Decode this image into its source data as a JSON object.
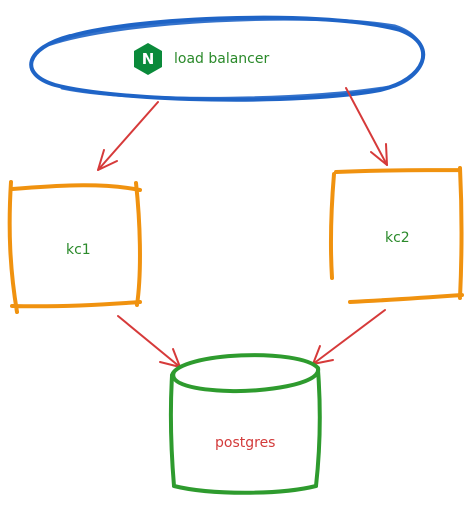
{
  "diagram": {
    "load_balancer": {
      "label": "load balancer",
      "icon": "nginx-logo",
      "icon_letter": "N",
      "stroke_color": "#1f64c6",
      "text_color": "#2b8a2b",
      "icon_color": "#0a8a3a"
    },
    "nodes": [
      {
        "id": "kc1",
        "label": "kc1",
        "stroke_color": "#f0920f",
        "text_color": "#2b8a2b"
      },
      {
        "id": "kc2",
        "label": "kc2",
        "stroke_color": "#f0920f",
        "text_color": "#2b8a2b"
      }
    ],
    "database": {
      "label": "postgres",
      "stroke_color": "#2e9b2e",
      "text_color": "#d33b3b"
    },
    "edges": [
      {
        "from": "load_balancer",
        "to": "kc1"
      },
      {
        "from": "load_balancer",
        "to": "kc2"
      },
      {
        "from": "kc1",
        "to": "database"
      },
      {
        "from": "kc2",
        "to": "database"
      }
    ],
    "arrow_color": "#d63a3a"
  }
}
